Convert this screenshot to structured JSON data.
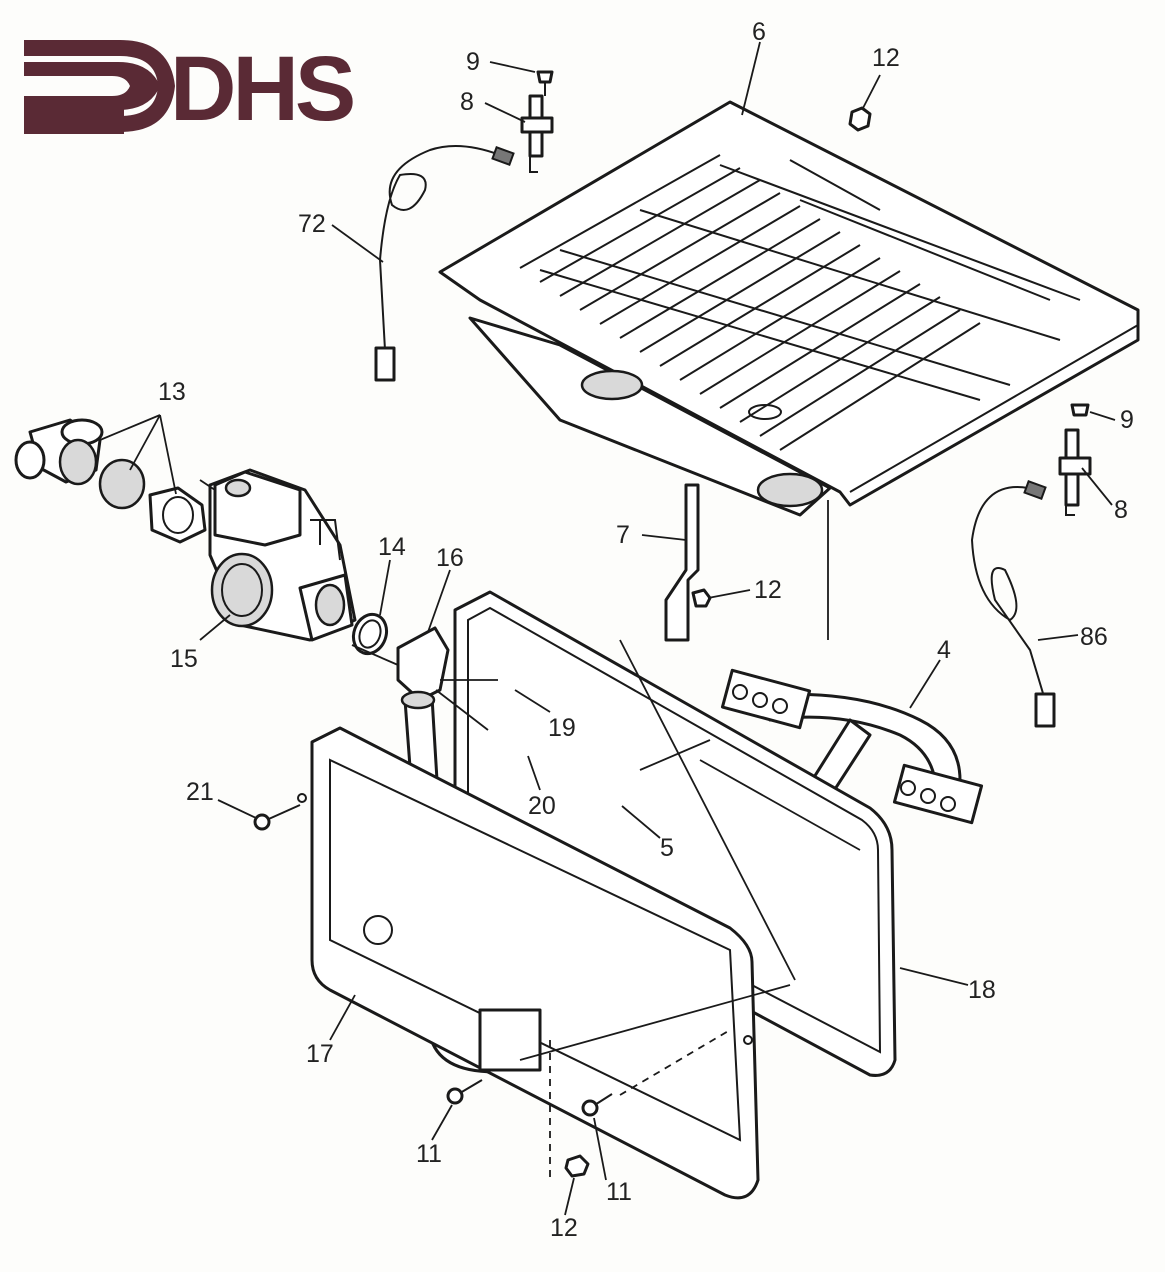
{
  "logo": {
    "text": "DHS",
    "color": "#5a2a35",
    "icon": "arrow-right-icon"
  },
  "labels": {
    "p6": "6",
    "p12_top": "12",
    "p9_left": "9",
    "p8_left": "8",
    "p72": "72",
    "p13": "13",
    "p9_right": "9",
    "p8_right": "8",
    "p86": "86",
    "p7": "7",
    "p12_mid": "12",
    "p14": "14",
    "p16": "16",
    "p15": "15",
    "p4": "4",
    "p19": "19",
    "p20": "20",
    "p21": "21",
    "p5": "5",
    "p18": "18",
    "p17": "17",
    "p11_left": "11",
    "p11_right": "11",
    "p12_bottom": "12"
  }
}
